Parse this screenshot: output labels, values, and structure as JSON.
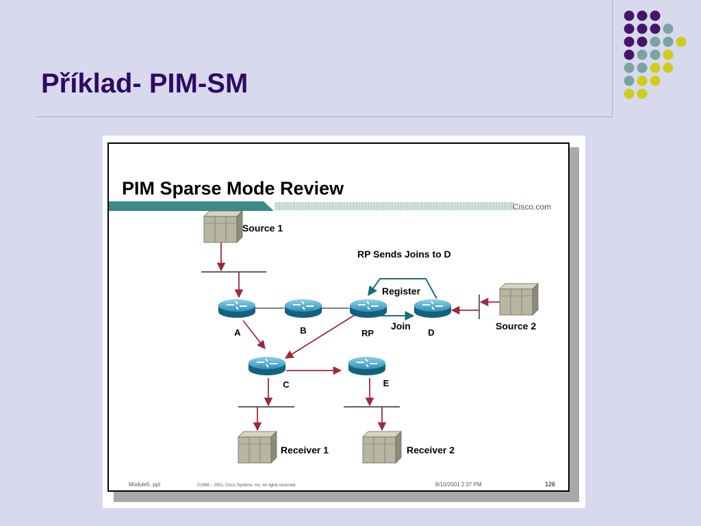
{
  "slide": {
    "title": "Příklad- PIM-SM"
  },
  "figure": {
    "heading": "PIM Sparse Mode Review",
    "brand": "Cisco.com",
    "caption": "RP Sends Joins to D",
    "nodes": {
      "source1": "Source 1",
      "source2": "Source 2",
      "receiver1": "Receiver 1",
      "receiver2": "Receiver 2",
      "A": "A",
      "B": "B",
      "RP": "RP",
      "D": "D",
      "C": "C",
      "E": "E"
    },
    "links": {
      "register": "Register",
      "join": "Join"
    },
    "footer": {
      "file": "Module5. ppt",
      "copyright": "©1998 – 2001, Cisco Systems, Inc. All rights reserved.",
      "date": "8/10/2001 2:37 PM",
      "page": "126"
    }
  },
  "colors": {
    "title": "#2f0a63",
    "background": "#d9d9ed",
    "flow_arrow": "#a02838",
    "control_arrow": "#1e6b7a",
    "router": "#1f7fa6",
    "dot_purple": "#44156b",
    "dot_teal": "#7aa3a3",
    "dot_yellow": "#cfcd1c"
  },
  "decoration": {
    "dots": [
      [
        "purple",
        "purple",
        "purple",
        "",
        ""
      ],
      [
        "purple",
        "purple",
        "purple",
        "teal",
        ""
      ],
      [
        "purple",
        "purple",
        "teal",
        "teal",
        "yellow"
      ],
      [
        "purple",
        "teal",
        "teal",
        "yellow",
        ""
      ],
      [
        "teal",
        "teal",
        "yellow",
        "yellow",
        ""
      ],
      [
        "teal",
        "yellow",
        "yellow",
        "",
        ""
      ],
      [
        "yellow",
        "yellow",
        "",
        "",
        ""
      ]
    ]
  }
}
